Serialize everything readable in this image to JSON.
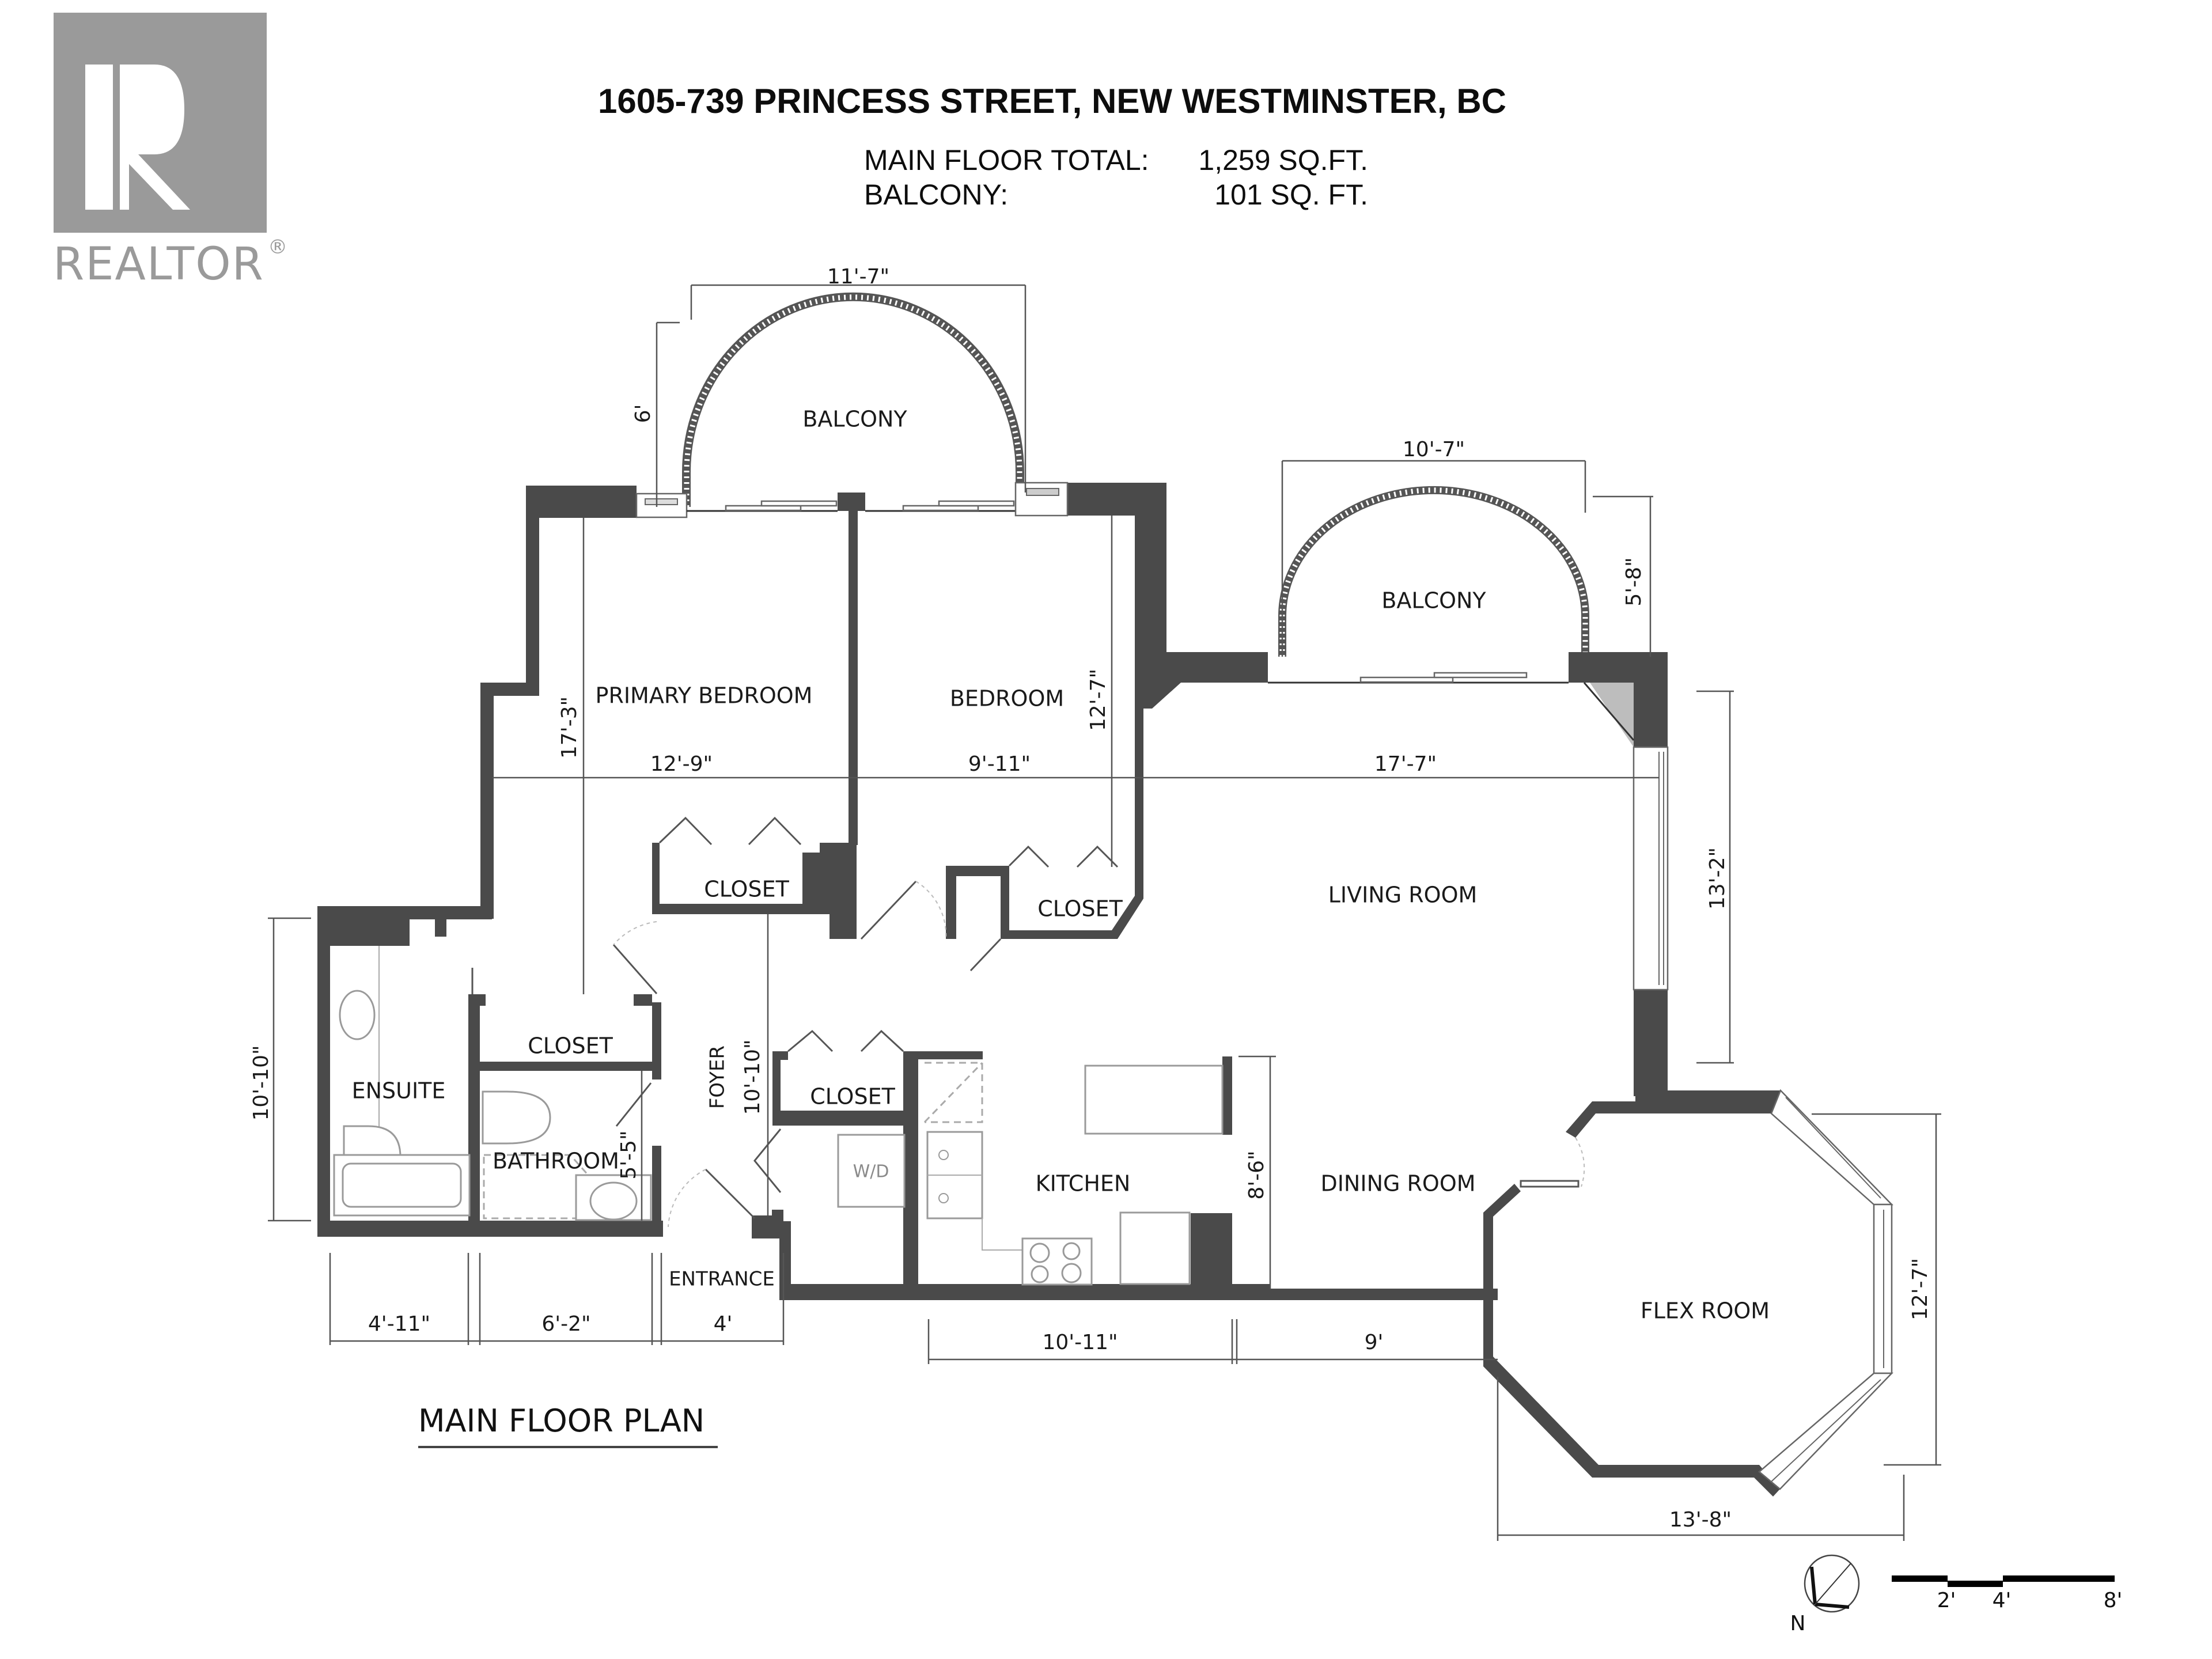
{
  "logo": {
    "text": "REALTOR",
    "mark": "®",
    "color": "#9a9a9a"
  },
  "header": {
    "address": "1605-739 PRINCESS STREET, NEW WESTMINSTER, BC",
    "areas": [
      {
        "label": "MAIN FLOOR TOTAL:",
        "value": "1,259 SQ.FT."
      },
      {
        "label": "BALCONY:",
        "value": "101 SQ. FT."
      }
    ]
  },
  "plan_title": "MAIN FLOOR PLAN",
  "rooms": {
    "balcony_left": "BALCONY",
    "balcony_right": "BALCONY",
    "primary_bedroom": "PRIMARY BEDROOM",
    "bedroom": "BEDROOM",
    "living_room": "LIVING ROOM",
    "closet_primary": "CLOSET",
    "closet_bedroom": "CLOSET",
    "closet_hall": "CLOSET",
    "closet_bath": "CLOSET",
    "ensuite": "ENSUITE",
    "bathroom": "BATHROOM",
    "foyer": "FOYER",
    "entrance": "ENTRANCE",
    "kitchen": "KITCHEN",
    "dining_room": "DINING ROOM",
    "flex_room": "FLEX ROOM",
    "washer_dryer": "W/D"
  },
  "dimensions": {
    "balcony_left_width": "11'-7\"",
    "balcony_left_depth": "6'",
    "balcony_right_width": "10'-7\"",
    "balcony_right_depth": "5'-8\"",
    "primary_bedroom_width": "12'-9\"",
    "primary_bedroom_depth": "17'-3\"",
    "bedroom_width": "9'-11\"",
    "bedroom_depth": "12'-7\"",
    "living_room_width": "17'-7\"",
    "living_room_depth": "13'-2\"",
    "ensuite_depth": "10'-10\"",
    "foyer_depth": "10'-10\"",
    "bathroom_depth": "5'-5\"",
    "ensuite_width": "4'-11\"",
    "bathroom_width": "6'-2\"",
    "entrance_width": "4'",
    "kitchen_width": "10'-11\"",
    "dining_width": "9'",
    "dining_depth": "8'-6\"",
    "flex_width": "13'-8\"",
    "flex_depth": "12'-7\""
  },
  "compass": {
    "label": "N"
  },
  "scale_bar": {
    "ticks": [
      "2'",
      "4'",
      "8'"
    ]
  },
  "colors": {
    "wall": "#4a4a4a",
    "text": "#1a1a1a",
    "fixture": "#9a9a9a"
  }
}
